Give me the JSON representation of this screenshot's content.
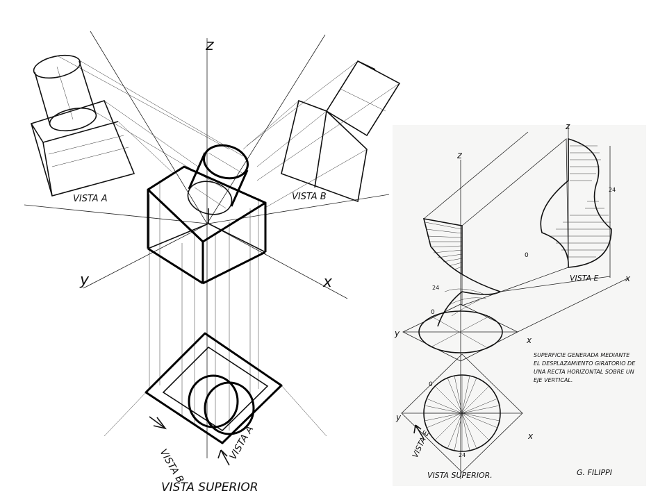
{
  "left_drawing": {
    "axis_z": "z",
    "axis_y": "y",
    "axis_x": "x",
    "vista_a_label": "VISTA A",
    "vista_b_label": "VISTA B",
    "vista_b_bottom": "VISTA B",
    "vista_a_bottom": "VISTA A",
    "caption": "VISTA SUPERIOR"
  },
  "right_drawing": {
    "axis_z_top": "z",
    "axis_z_upper": "z",
    "axis_y_mid": "y",
    "axis_x_mid": "x",
    "axis_y_low": "y",
    "axis_x_low": "x",
    "axis_x_right": "x",
    "vista_e_label": "VISTA E",
    "vista_e_bottom": "VISTA E",
    "caption": "VISTA SUPERIOR.",
    "num_24_a": "24",
    "num_24_b": "24",
    "num_24_c": "24",
    "num_0_a": "0",
    "num_0_b": "0",
    "num_0_c": "0",
    "note_lines": [
      "SUPERFICIE GENERADA MEDIANTE",
      "EL DESPLAZAMIENTO GIRATORIO DE",
      "UNA RECTA HORIZONTAL SOBRE UN",
      "EJE VERTICAL."
    ],
    "author": "G. FILIPPI"
  }
}
